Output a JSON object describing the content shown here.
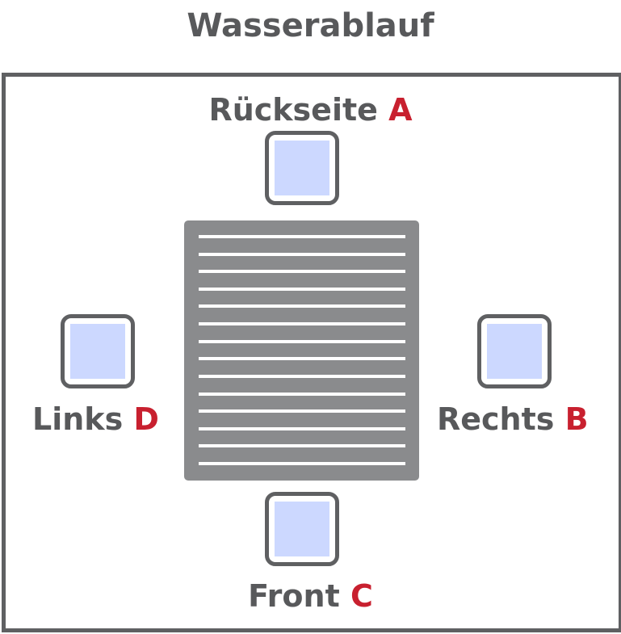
{
  "title": "Wasserablauf",
  "labels": {
    "rueckseite": {
      "word": "Rückseite",
      "letter": "A"
    },
    "rechts": {
      "word": "Rechts",
      "letter": "B"
    },
    "front": {
      "word": "Front",
      "letter": "C"
    },
    "links": {
      "word": "Links",
      "letter": "D"
    }
  },
  "colors": {
    "text": "#58595b",
    "letter": "#c8202f",
    "frame": "#5f6062",
    "square_fill": "#ccd8ff",
    "drain": "#8a8b8d",
    "drain_lines": "#ffffff"
  },
  "drain": {
    "slats": 14
  }
}
